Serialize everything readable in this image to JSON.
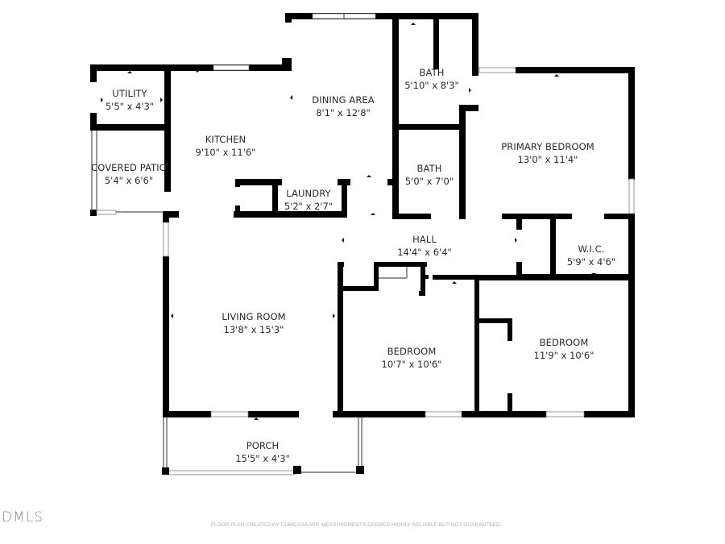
{
  "rooms": {
    "utility": {
      "name": "UTILITY",
      "dim": "5'5\" x 4'3\""
    },
    "covered_patio": {
      "name": "COVERED PATIO",
      "dim": "5'4\" x 6'6\""
    },
    "kitchen": {
      "name": "KITCHEN",
      "dim": "9'10\" x 11'6\""
    },
    "dining_area": {
      "name": "DINING AREA",
      "dim": "8'1\" x 12'8\""
    },
    "bath_1": {
      "name": "BATH",
      "dim": "5'10\" x 8'3\""
    },
    "bath_2": {
      "name": "BATH",
      "dim": "5'0\" x 7'0\""
    },
    "primary_bedroom": {
      "name": "PRIMARY BEDROOM",
      "dim": "13'0\" x 11'4\""
    },
    "laundry": {
      "name": "LAUNDRY",
      "dim": "5'2\" x 2'7\""
    },
    "hall": {
      "name": "HALL",
      "dim": "14'4\" x 6'4\""
    },
    "wic": {
      "name": "W.I.C.",
      "dim": "5'9\" x 4'6\""
    },
    "living_room": {
      "name": "LIVING ROOM",
      "dim": "13'8\" x 15'3\""
    },
    "bedroom_1": {
      "name": "BEDROOM",
      "dim": "10'7\" x 10'6\""
    },
    "bedroom_2": {
      "name": "BEDROOM",
      "dim": "11'9\" x 10'6\""
    },
    "porch": {
      "name": "PORCH",
      "dim": "15'5\" x 4'3\""
    }
  },
  "footer": {
    "logo": "DMLS",
    "disclaimer": "FLOOR PLAN CREATED BY CUBICASA APP. MEASUREMENTS DEEMED HIGHLY RELIABLE BUT NOT GUARANTEED."
  },
  "colors": {
    "wall": "#000000",
    "background": "#ffffff",
    "text": "#2a2a2a"
  }
}
